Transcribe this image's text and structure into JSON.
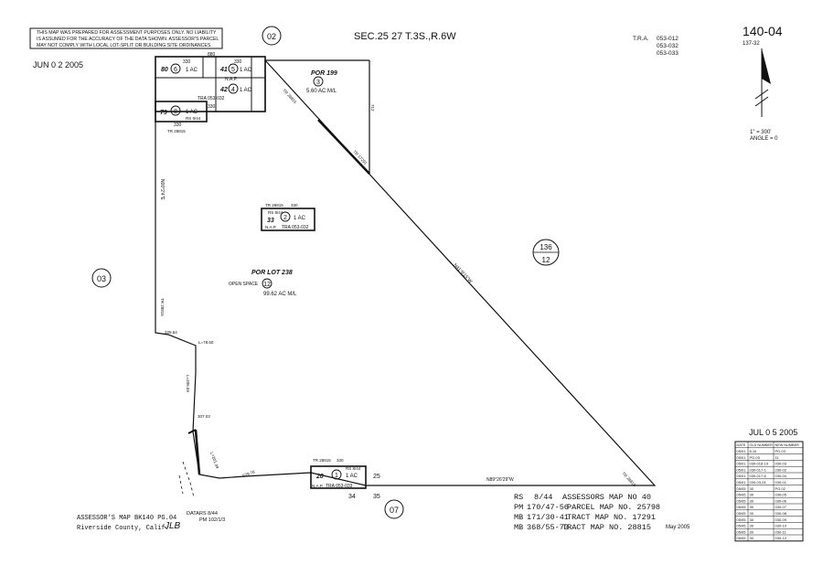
{
  "header": {
    "disclaimer": [
      "THIS MAP WAS PREPARED FOR ASSESSMENT PURPOSES ONLY. NO LIABILITY",
      "IS ASSUMED FOR THE ACCURACY OF THE DATA SHOWN. ASSESSOR'S PARCEL",
      "MAY NOT COMPLY WITH LOCAL LOT-SPLIT OR BUILDING SITE ORDINANCES."
    ],
    "stamp_top_left": "JUN 0 2 2005",
    "section": "SEC.25 27 T.3S.,R.6W",
    "tra_label": "T.R.A.",
    "tra_codes": [
      "053-012",
      "053-032",
      "053-033"
    ],
    "book_page": "140-04",
    "book_page_sub": "137-32",
    "scale": "1\" = 300'",
    "angle": "ANGLE = 0"
  },
  "adjoining": {
    "top": "02",
    "left": "03",
    "bottom": "07",
    "right_top": "136",
    "right_bottom": "12"
  },
  "parcels": {
    "por199": {
      "label": "POR 199",
      "num": "3",
      "area": "5.60 AC M/L"
    },
    "lot238": {
      "label": "POR LOT 238",
      "num": "12",
      "open": "OPEN SPACE",
      "area": "99.62 AC M/L"
    },
    "p2": {
      "lot": "33",
      "num": "2",
      "area": "1 AC",
      "rs": "RS 8/44",
      "tr": "TR 28815",
      "tra": "TRA 053-032",
      "nap": "N.A.P.",
      "dim": "330"
    },
    "p1": {
      "lot": "20",
      "num": "1",
      "area": "1 AC",
      "rs": "RS 8/44",
      "tr": "TR 28815",
      "tra": "TRA 053-033",
      "nap": "N.A.P.",
      "dim": "330"
    },
    "p6": {
      "lot": "80",
      "num": "6",
      "area": "1 AC"
    },
    "p5": {
      "lot": "41",
      "num": "5",
      "area": "1 AC"
    },
    "p4": {
      "lot": "42",
      "num": "4",
      "area": "1 AC"
    },
    "p8": {
      "lot": "79",
      "num": "8",
      "area": "1 AC",
      "rs": "RS 8/44",
      "tra": "TRA 053-032"
    },
    "top_nap": "N.A.P."
  },
  "dims": {
    "top_880": "880",
    "top_330a": "330",
    "top_330b": "330",
    "row2_330": "330",
    "row3_330": "330",
    "tr_left_top": "TR 28815",
    "tr_diag": "TR 28815",
    "tr_diag2": "TR 17291",
    "diag_bearing": "N41°8'15\"W",
    "left_bearing": "N00°2'4\"E",
    "right_712": "712",
    "left_tr": "TR 28815",
    "left_329": "329.64",
    "left_curve_l": "L=78.50",
    "left_curve_2": "L=206.59",
    "left_307": "307.03",
    "left_curve_3": "L=201.49",
    "bottom_tr": "TR 28815",
    "bottom_right_tr": "TR 28815",
    "bottom_bearing": "N89°26'29\"W",
    "bottom_25": "25",
    "bottom_34": "34",
    "bottom_35": "35",
    "left_bottom_diag": "529.76"
  },
  "footer": {
    "map_ref": "ASSESSOR'S MAP BK140 PG.04",
    "county": "Riverside County, Calif.",
    "initials": "JLB",
    "data_label": "DATA:",
    "data_rs": "RS 8/44",
    "data_pm": "PM 102/1/3",
    "date": "May 2005",
    "stamp_bottom_right": "JUL 0 5 2005",
    "refs": [
      {
        "code": "RS",
        "page": "8/44",
        "desc": "ASSESSORS MAP NO 40"
      },
      {
        "code": "PM",
        "page": "170/47-56",
        "desc": "PARCEL MAP NO. 25798"
      },
      {
        "code": "MB",
        "page": "171/30-41",
        "desc": "TRACT MAP NO. 17291"
      },
      {
        "code": "MB",
        "page": "368/55-73",
        "desc": "TRACT MAP NO. 28815"
      }
    ]
  },
  "change_table": {
    "headers": [
      "DATE",
      "OLD NUMBER",
      "NEW NUMBER"
    ],
    "rows": [
      [
        "05/01",
        "8.10",
        "PG.03"
      ],
      [
        "05/01",
        "PG.03",
        "11"
      ],
      [
        "05/01",
        "030-016-19",
        "030-03"
      ],
      [
        "05/01",
        "030-017-1",
        "030-02"
      ],
      [
        "05/01",
        "030-017-6",
        "030-04"
      ],
      [
        "05/01",
        "030-03,24",
        "030-01"
      ],
      [
        "05/05",
        "30",
        "PG.02"
      ],
      [
        "05/05",
        "30",
        "030-05"
      ],
      [
        "05/05",
        "30",
        "030-06"
      ],
      [
        "05/05",
        "30",
        "030-07"
      ],
      [
        "05/05",
        "30",
        "030-08"
      ],
      [
        "05/05",
        "30",
        "030-09"
      ],
      [
        "05/05",
        "30",
        "030-10"
      ],
      [
        "05/05",
        "30",
        "030-11"
      ],
      [
        "05/05",
        "30",
        "030-12"
      ]
    ]
  }
}
